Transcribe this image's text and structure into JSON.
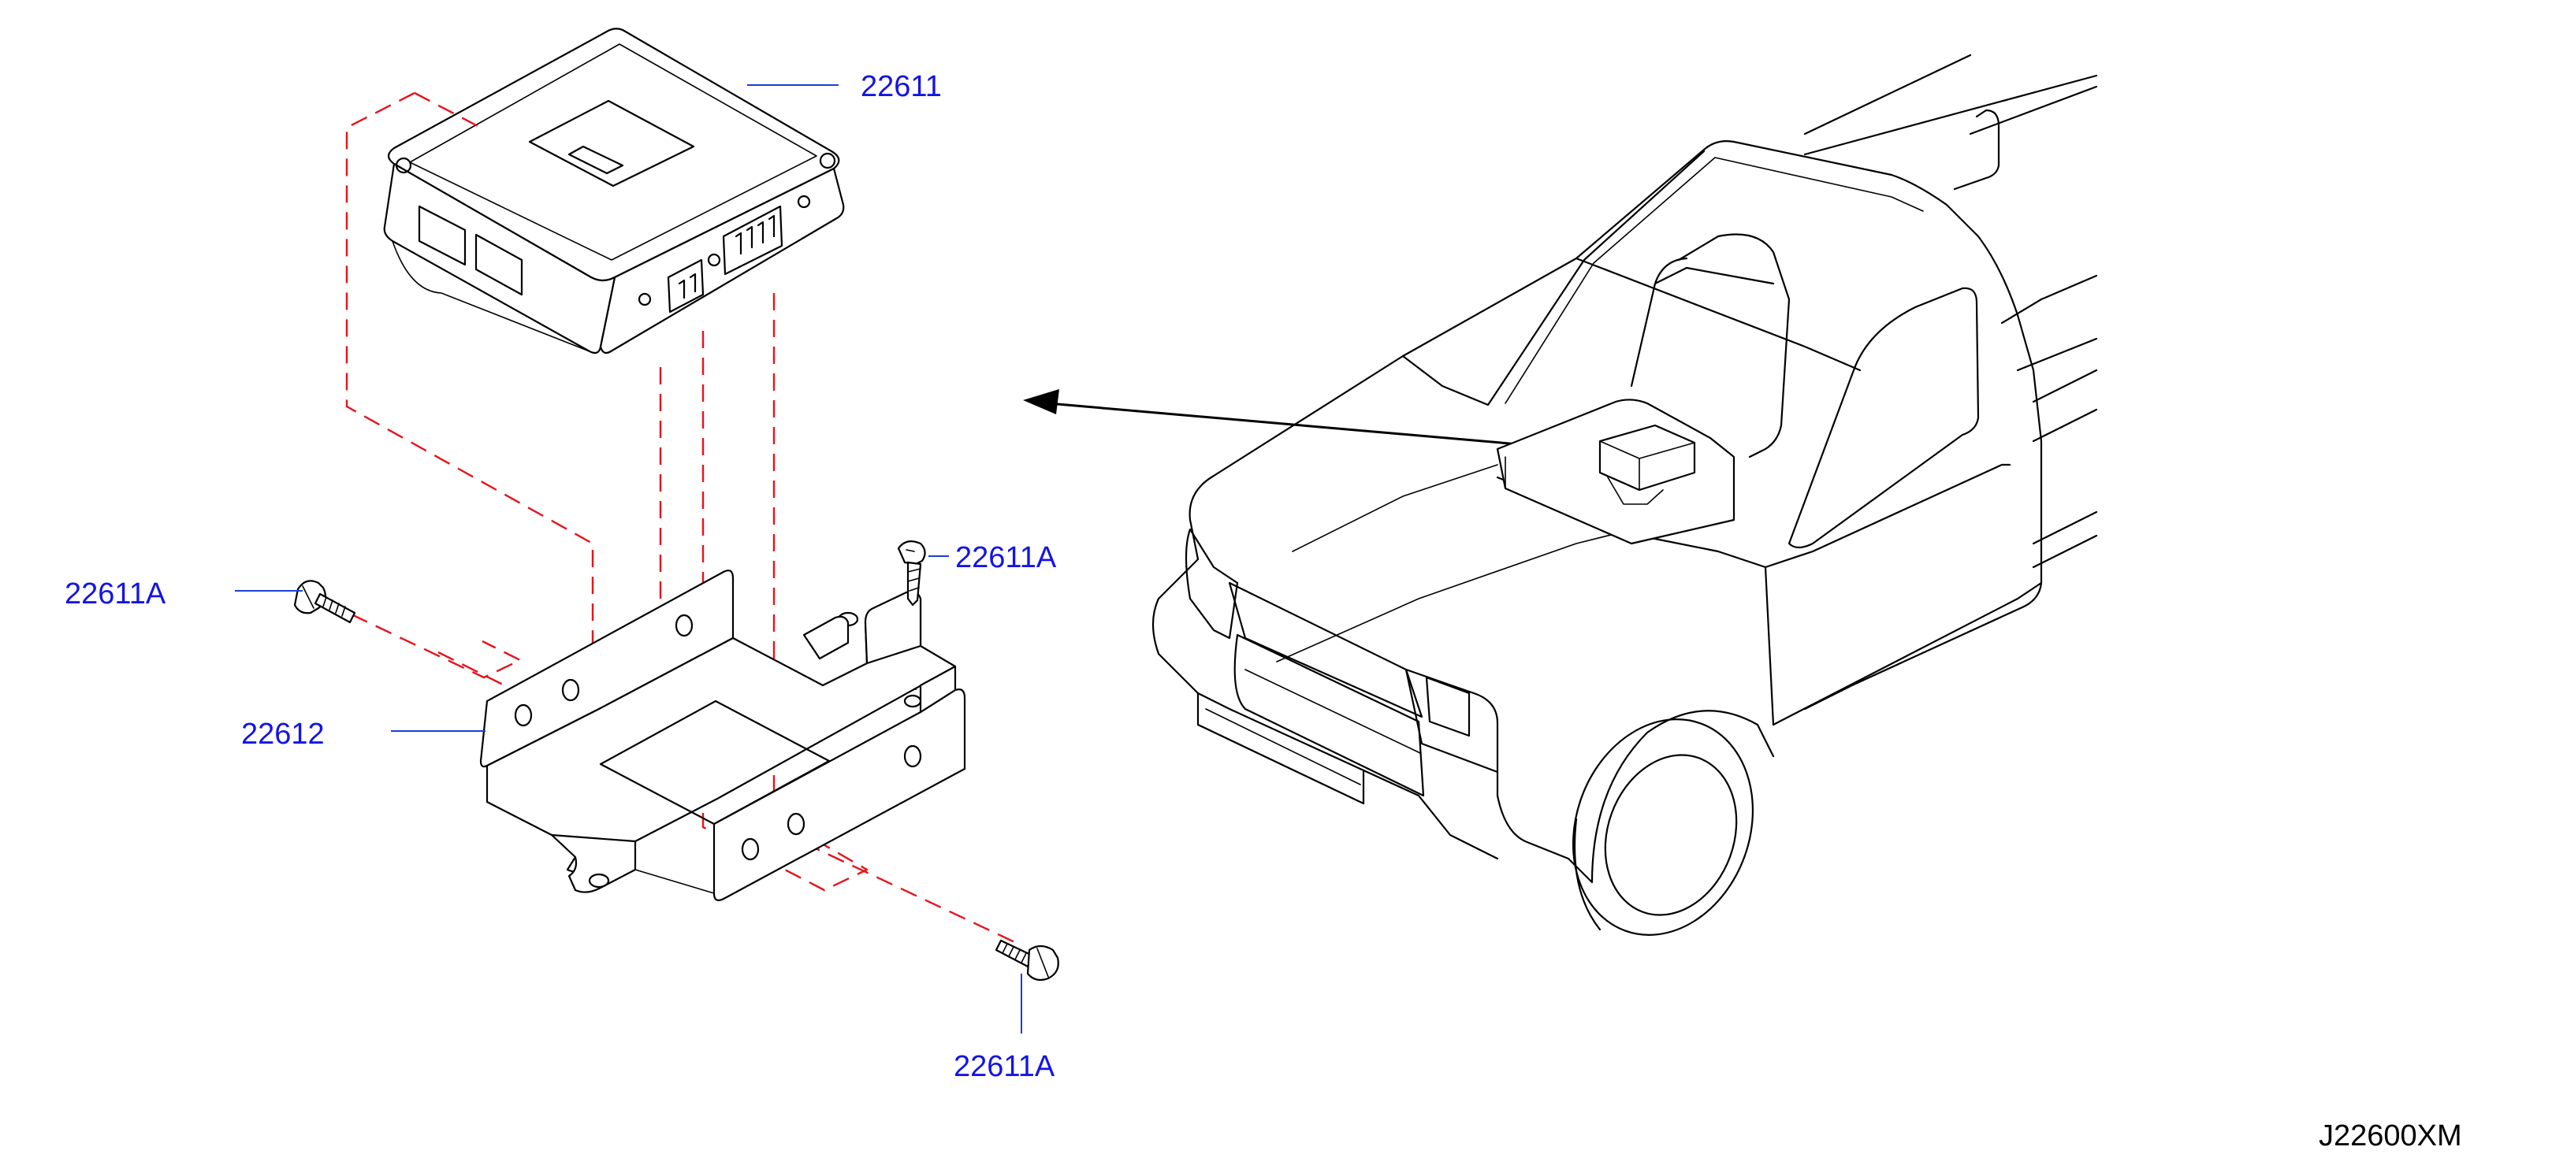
{
  "callouts": {
    "control_unit": "22611",
    "bracket": "22612",
    "bolt_left": "22611A",
    "screw_top": "22611A",
    "bolt_bottom": "22611A"
  },
  "diagram_code": "J22600XM",
  "colors": {
    "line_art": "#000000",
    "hidden_lines": "#e8121b",
    "callout_text": "#1414e6"
  }
}
